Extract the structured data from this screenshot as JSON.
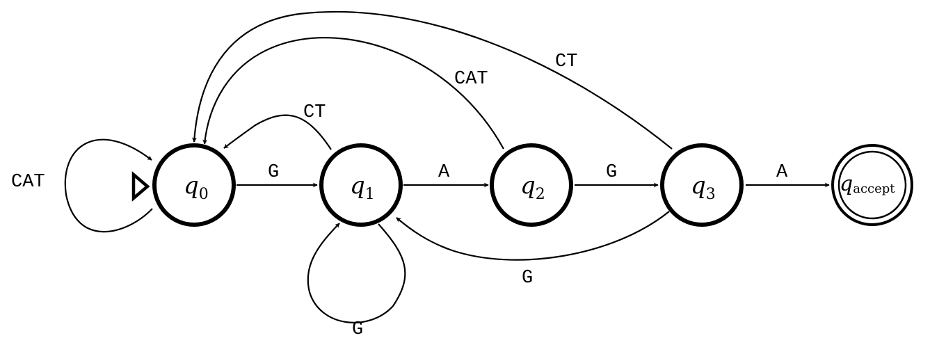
{
  "diagram": {
    "type": "finite-state-automaton",
    "start_state": "q0",
    "accept_state": "qaccept",
    "states": [
      {
        "id": "q0",
        "base": "q",
        "sub": "0",
        "accepting": false
      },
      {
        "id": "q1",
        "base": "q",
        "sub": "1",
        "accepting": false
      },
      {
        "id": "q2",
        "base": "q",
        "sub": "2",
        "accepting": false
      },
      {
        "id": "q3",
        "base": "q",
        "sub": "3",
        "accepting": false
      },
      {
        "id": "qaccept",
        "base": "q",
        "sub": "accept",
        "accepting": true
      }
    ],
    "transitions": [
      {
        "id": "q0-q0",
        "from": "q0",
        "to": "q0",
        "label": "CAT"
      },
      {
        "id": "q0-q1",
        "from": "q0",
        "to": "q1",
        "label": "G"
      },
      {
        "id": "q1-q0",
        "from": "q1",
        "to": "q0",
        "label": "CT"
      },
      {
        "id": "q1-q1",
        "from": "q1",
        "to": "q1",
        "label": "G"
      },
      {
        "id": "q1-q2",
        "from": "q1",
        "to": "q2",
        "label": "A"
      },
      {
        "id": "q2-q0",
        "from": "q2",
        "to": "q0",
        "label": "CAT"
      },
      {
        "id": "q2-q3",
        "from": "q2",
        "to": "q3",
        "label": "G"
      },
      {
        "id": "q3-q0",
        "from": "q3",
        "to": "q0",
        "label": "CT"
      },
      {
        "id": "q3-q1",
        "from": "q3",
        "to": "q1",
        "label": "G"
      },
      {
        "id": "q3-qaccept",
        "from": "q3",
        "to": "qaccept",
        "label": "A"
      }
    ]
  }
}
